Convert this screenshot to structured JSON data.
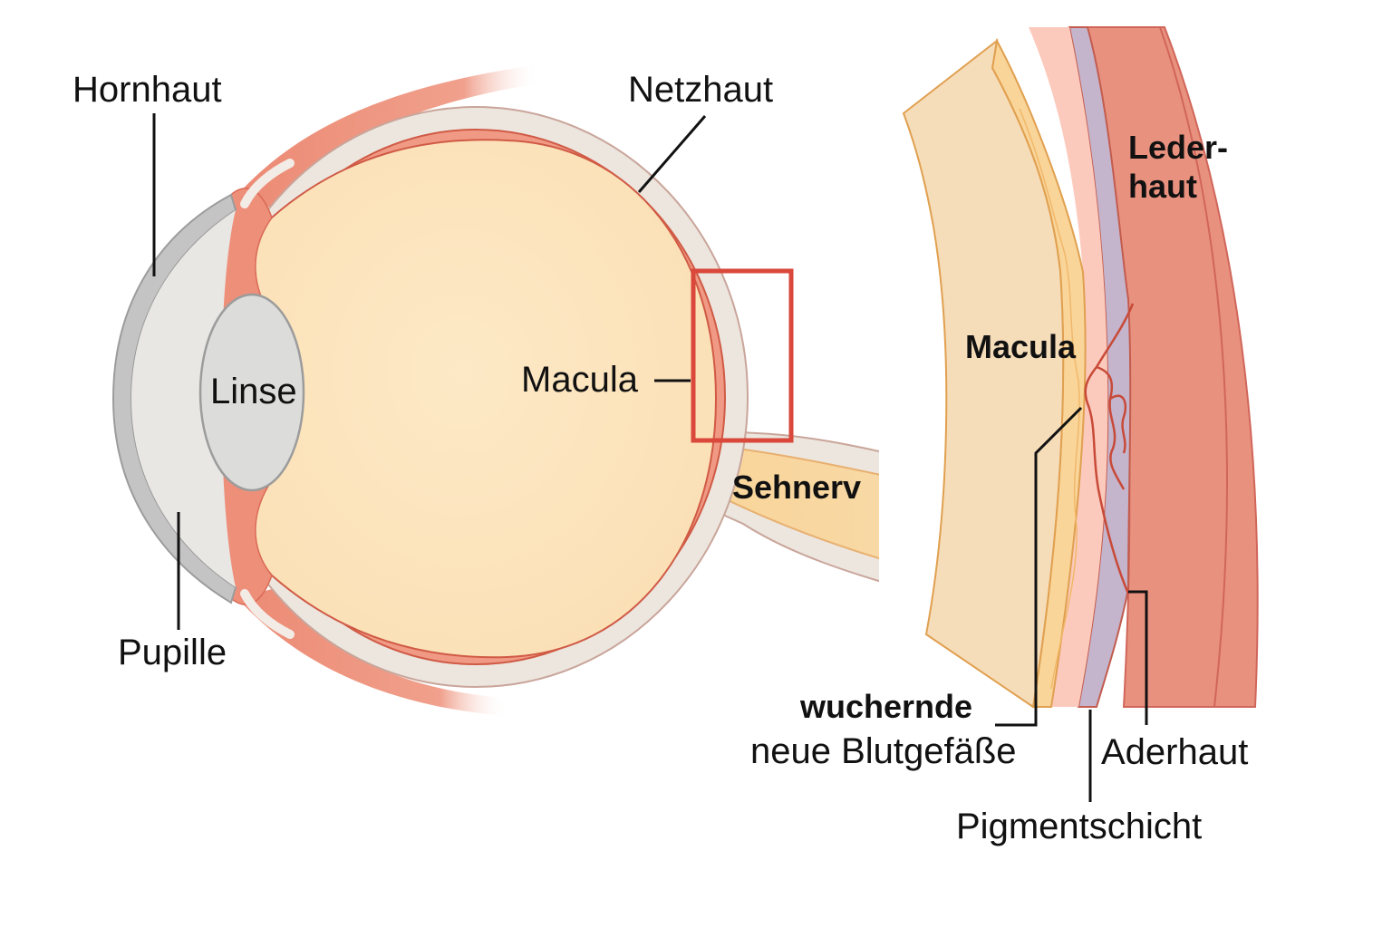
{
  "eye_diagram": {
    "labels": {
      "cornea": "Hornhaut",
      "retina": "Netzhaut",
      "lens": "Linse",
      "macula": "Macula",
      "optic_nerve": "Sehnerv",
      "pupil": "Pupille"
    }
  },
  "detail_diagram": {
    "labels": {
      "sclera_line1": "Leder-",
      "sclera_line2": "haut",
      "macula": "Macula",
      "new_vessels_line1": "wuchernde",
      "new_vessels_line2": "neue Blutgefäße",
      "choroid": "Aderhaut",
      "pigment_layer": "Pigmentschicht"
    }
  },
  "colors": {
    "vitreous": "#fde6c0",
    "retina_red": "#e0705a",
    "sclera_gray": "#ece6df",
    "cornea_gray": "#c4c4c4",
    "lens_gray": "#dcdcda",
    "muscle": "#ee8f7a",
    "highlight_box": "#d9483a",
    "choroid_purple": "#c4b4cc",
    "sclera_red": "#e9917f",
    "macula_layer": "#f6ddba",
    "nerve_yellow": "#f8d59a"
  }
}
